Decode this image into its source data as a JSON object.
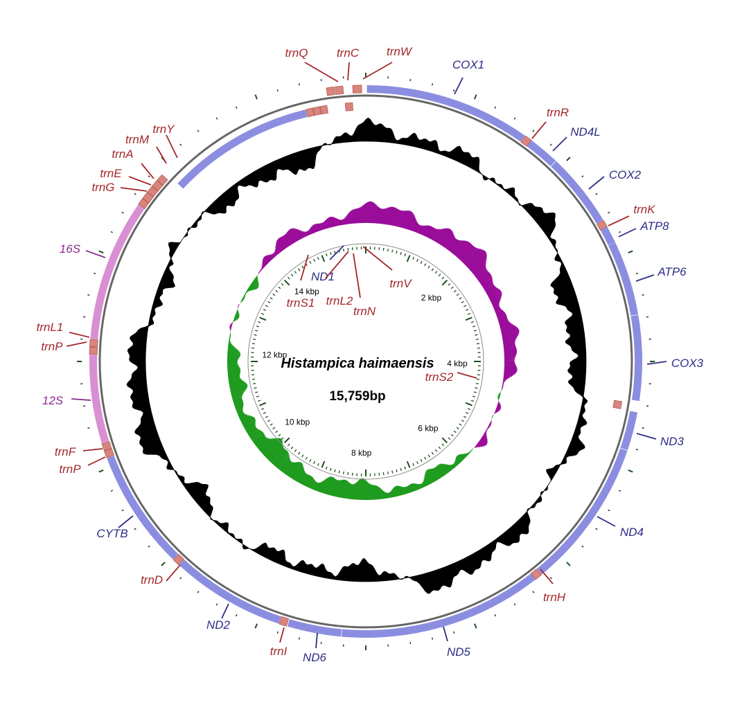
{
  "title": {
    "species": "Histampica haimaensis",
    "size": "15,759bp"
  },
  "genome_length_bp": 15759,
  "colors": {
    "protein_coding": "#8b8ee0",
    "rRNA": "#d98fd3",
    "tRNA": "#d9857e",
    "label_protein": "#2c2d86",
    "label_trna": "#a3262a",
    "label_rrna": "#8b2a8f",
    "gc_content": "#000000",
    "gc_skew_positive": "#9a0d9a",
    "gc_skew_negative": "#1f9b1f",
    "backbone": "#666666"
  },
  "scale_labels": [
    {
      "text": "2 kbp",
      "pos": 2000
    },
    {
      "text": "4 kbp",
      "pos": 4000
    },
    {
      "text": "6 kbp",
      "pos": 6000
    },
    {
      "text": "8 kbp",
      "pos": 8000
    },
    {
      "text": "10 kbp",
      "pos": 10000
    },
    {
      "text": "12 kbp",
      "pos": 12000
    },
    {
      "text": "14 kbp",
      "pos": 14000
    }
  ],
  "features": [
    {
      "name": "COX1",
      "type": "protein",
      "strand": "+",
      "start": 10,
      "end": 1540
    },
    {
      "name": "trnR",
      "type": "trna",
      "strand": "+",
      "start": 1545,
      "end": 1610
    },
    {
      "name": "ND4L",
      "type": "protein",
      "strand": "+",
      "start": 1612,
      "end": 1900
    },
    {
      "name": "COX2",
      "type": "protein",
      "strand": "+",
      "start": 1905,
      "end": 2590
    },
    {
      "name": "trnK",
      "type": "trna",
      "strand": "+",
      "start": 2595,
      "end": 2660
    },
    {
      "name": "ATP8",
      "type": "protein",
      "strand": "+",
      "start": 2662,
      "end": 2820
    },
    {
      "name": "ATP6",
      "type": "protein",
      "strand": "+",
      "start": 2822,
      "end": 3510
    },
    {
      "name": "COX3",
      "type": "protein",
      "strand": "+",
      "start": 3515,
      "end": 4300
    },
    {
      "name": "trnS2",
      "type": "trna",
      "strand": "-",
      "start": 4330,
      "end": 4400
    },
    {
      "name": "ND3",
      "type": "protein",
      "strand": "+",
      "start": 4405,
      "end": 4760
    },
    {
      "name": "ND4",
      "type": "protein",
      "strand": "+",
      "start": 4765,
      "end": 6150
    },
    {
      "name": "trnH",
      "type": "trna",
      "strand": "+",
      "start": 6155,
      "end": 6220
    },
    {
      "name": "ND5",
      "type": "protein",
      "strand": "+",
      "start": 6222,
      "end": 8100
    },
    {
      "name": "ND6",
      "type": "protein",
      "strand": "+",
      "start": 8105,
      "end": 8600
    },
    {
      "name": "trnI",
      "type": "trna",
      "strand": "+",
      "start": 8610,
      "end": 8680
    },
    {
      "name": "ND2",
      "type": "protein",
      "strand": "+",
      "start": 8685,
      "end": 9740
    },
    {
      "name": "trnD",
      "type": "trna",
      "strand": "+",
      "start": 9745,
      "end": 9810
    },
    {
      "name": "CYTB",
      "type": "protein",
      "strand": "+",
      "start": 9815,
      "end": 10920
    },
    {
      "name": "trnP",
      "type": "trna",
      "strand": "+",
      "start": 10925,
      "end": 10990
    },
    {
      "name": "trnF",
      "type": "trna",
      "strand": "+",
      "start": 10995,
      "end": 11060
    },
    {
      "name": "12S",
      "type": "rrna",
      "strand": "+",
      "start": 11065,
      "end": 11880
    },
    {
      "name": "trnP",
      "type": "trna",
      "strand": "+",
      "start": 11885,
      "end": 11950
    },
    {
      "name": "trnL1",
      "type": "trna",
      "strand": "+",
      "start": 11955,
      "end": 12020
    },
    {
      "name": "16S",
      "type": "rrna",
      "strand": "+",
      "start": 12025,
      "end": 13330
    },
    {
      "name": "trnG",
      "type": "trna",
      "strand": "+",
      "start": 13335,
      "end": 13400
    },
    {
      "name": "trnE",
      "type": "trna",
      "strand": "+",
      "start": 13405,
      "end": 13470
    },
    {
      "name": "trnA",
      "type": "trna",
      "strand": "+",
      "start": 13475,
      "end": 13540
    },
    {
      "name": "trnM",
      "type": "trna",
      "strand": "+",
      "start": 13545,
      "end": 13610
    },
    {
      "name": "trnY",
      "type": "trna",
      "strand": "+",
      "start": 13615,
      "end": 13680
    },
    {
      "name": "ND1",
      "type": "protein",
      "strand": "-",
      "start": 13720,
      "end": 15170
    },
    {
      "name": "trnS1",
      "type": "trna",
      "strand": "-",
      "start": 15175,
      "end": 15240
    },
    {
      "name": "trnL2",
      "type": "trna",
      "strand": "-",
      "start": 15245,
      "end": 15310
    },
    {
      "name": "trnN",
      "type": "trna",
      "strand": "-",
      "start": 15315,
      "end": 15380
    },
    {
      "name": "trnQ",
      "type": "trna",
      "strand": "+",
      "start": 15400,
      "end": 15470
    },
    {
      "name": "trnC",
      "type": "trna",
      "strand": "+",
      "start": 15480,
      "end": 15550
    },
    {
      "name": "trnV",
      "type": "trna",
      "strand": "-",
      "start": 15560,
      "end": 15630
    },
    {
      "name": "trnW",
      "type": "trna",
      "strand": "+",
      "start": 15640,
      "end": 15720
    }
  ]
}
